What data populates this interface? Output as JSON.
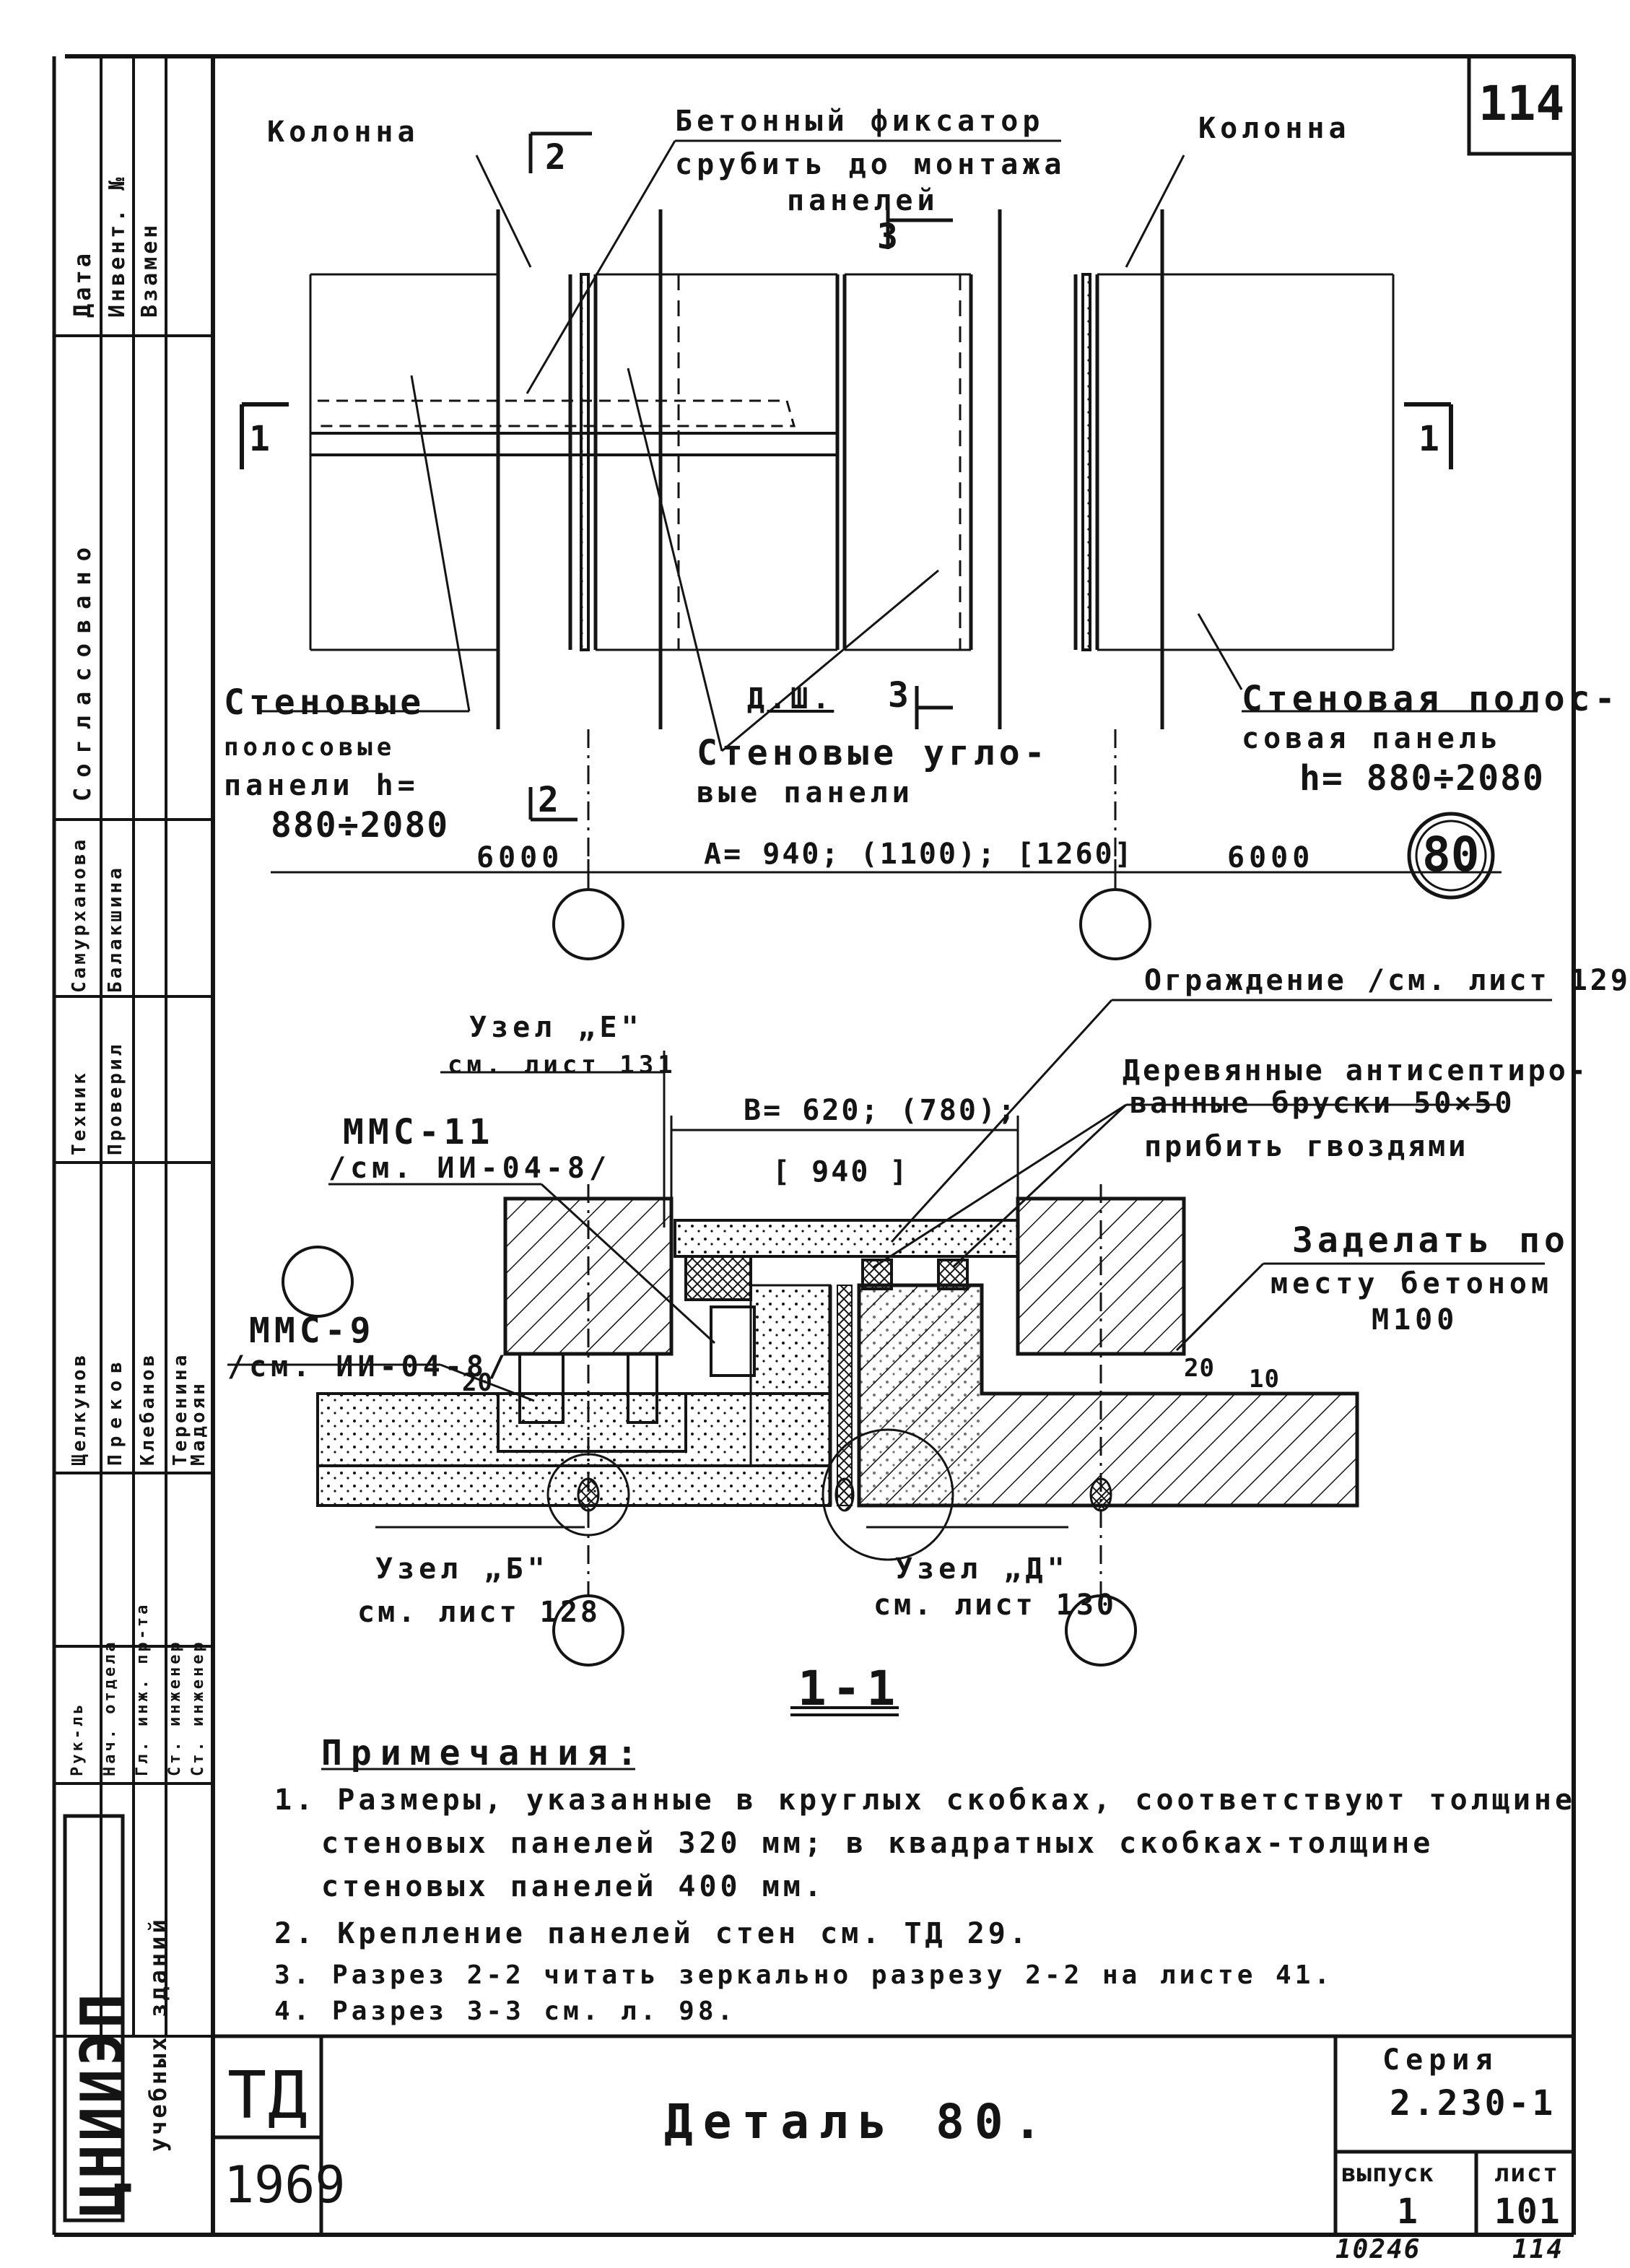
{
  "sheet_number_top": "114",
  "plan": {
    "label_column_left": "Колонна",
    "label_column_right": "Колонна",
    "label_fixator_1": "Бетонный фиксатор",
    "label_fixator_2": "срубить до монтажа",
    "label_fixator_3": "панелей",
    "section_mark_2_top": "2",
    "section_mark_3_top": "3",
    "section_mark_1_left": "1",
    "section_mark_1_right": "1",
    "section_mark_3_bottom": "3",
    "section_mark_2_bottom": "2",
    "label_ds": "Д.Ш.",
    "strip_panels_1": "Стеновые",
    "strip_panels_2": "полосовые",
    "strip_panels_3": "панели  h=",
    "strip_panels_4": "880÷2080",
    "corner_panels_1": "Стеновые угло-",
    "corner_panels_2": "вые панели",
    "strip_panel_r1": "Стеновая полос-",
    "strip_panel_r2": "совая панель",
    "strip_panel_r3": "h= 880÷2080",
    "dim_left": "6000",
    "dim_mid": "A= 940; (1100); [1260]",
    "dim_right": "6000",
    "detail_no": "80"
  },
  "section": {
    "label_fence": "Ограждение /см. лист 129/",
    "label_node_e_1": "Узел „Е\"",
    "label_node_e_2": "см. лист 131",
    "label_wood_1": "Деревянные антисептиро-",
    "label_wood_2": "ванные бруски  50×50",
    "label_wood_3": "прибить гвоздями",
    "label_mmc11_1": "ММС-11",
    "label_mmc11_2": "/см. ИИ-04-8/",
    "label_b_dim_1": "B= 620; (780);",
    "label_b_dim_2": "[ 940 ]",
    "label_concrete_1": "Заделать по",
    "label_concrete_2": "месту бетоном",
    "label_concrete_3": "М100",
    "label_mmc9_1": "ММС-9",
    "label_mmc9_2": "/см. ИИ-04-8/",
    "dim_20_left": "20",
    "dim_20_right": "20",
    "dim_10": "10",
    "label_node_b_1": "Узел „Б\"",
    "label_node_b_2": "см. лист 128",
    "label_node_d_1": "Узел „Д\"",
    "label_node_d_2": "см. лист 130",
    "section_title": "1-1"
  },
  "notes": {
    "heading": "Примечания:",
    "n1_l1": "1. Размеры, указанные в круглых скобках, соответствуют толщине",
    "n1_l2": "стеновых панелей 320 мм; в квадратных скобках-толщине",
    "n1_l3": "стеновых панелей 400 мм.",
    "n2": "2. Крепление панелей стен см. ТД 29.",
    "n3": "3. Разрез 2-2 читать зеркально разрезу 2-2 на листе 41.",
    "n4": "4. Разрез 3-3 см. л. 98."
  },
  "title_block": {
    "doc_type": "ТД",
    "year": "1969",
    "title": "Деталь 80.",
    "series_label": "Серия",
    "series_value": "2.230-1",
    "issue_label": "выпуск",
    "issue_value": "1",
    "sheet_label": "лист",
    "sheet_value": "101",
    "org": "ЦНИИЭП",
    "org_sub": "учебных зданий"
  },
  "side_stamp": {
    "date": "Дата",
    "invent": "Инвент. №",
    "vzamen": "Взамен",
    "soglasovano": "Согласовано",
    "samurkanova": "Самурханова",
    "balakshina": "Балакшина",
    "technik": "Техник",
    "proveril": "Проверил",
    "shchelkunov": "Щелкунов",
    "prekov": "Преков",
    "klebanov": "Клебанов",
    "terenina": "Теренина",
    "madoyan": "Мадоян",
    "nach_otd": "Нач. отдела",
    "gl_inzh": "Гл. инж. пр-та",
    "st_inzh1": "Ст. инженер",
    "st_inzh2": "Ст. инженер",
    "ruk": "Рук-ль"
  },
  "bottom_numbers": {
    "left": "10246",
    "right": "114"
  }
}
